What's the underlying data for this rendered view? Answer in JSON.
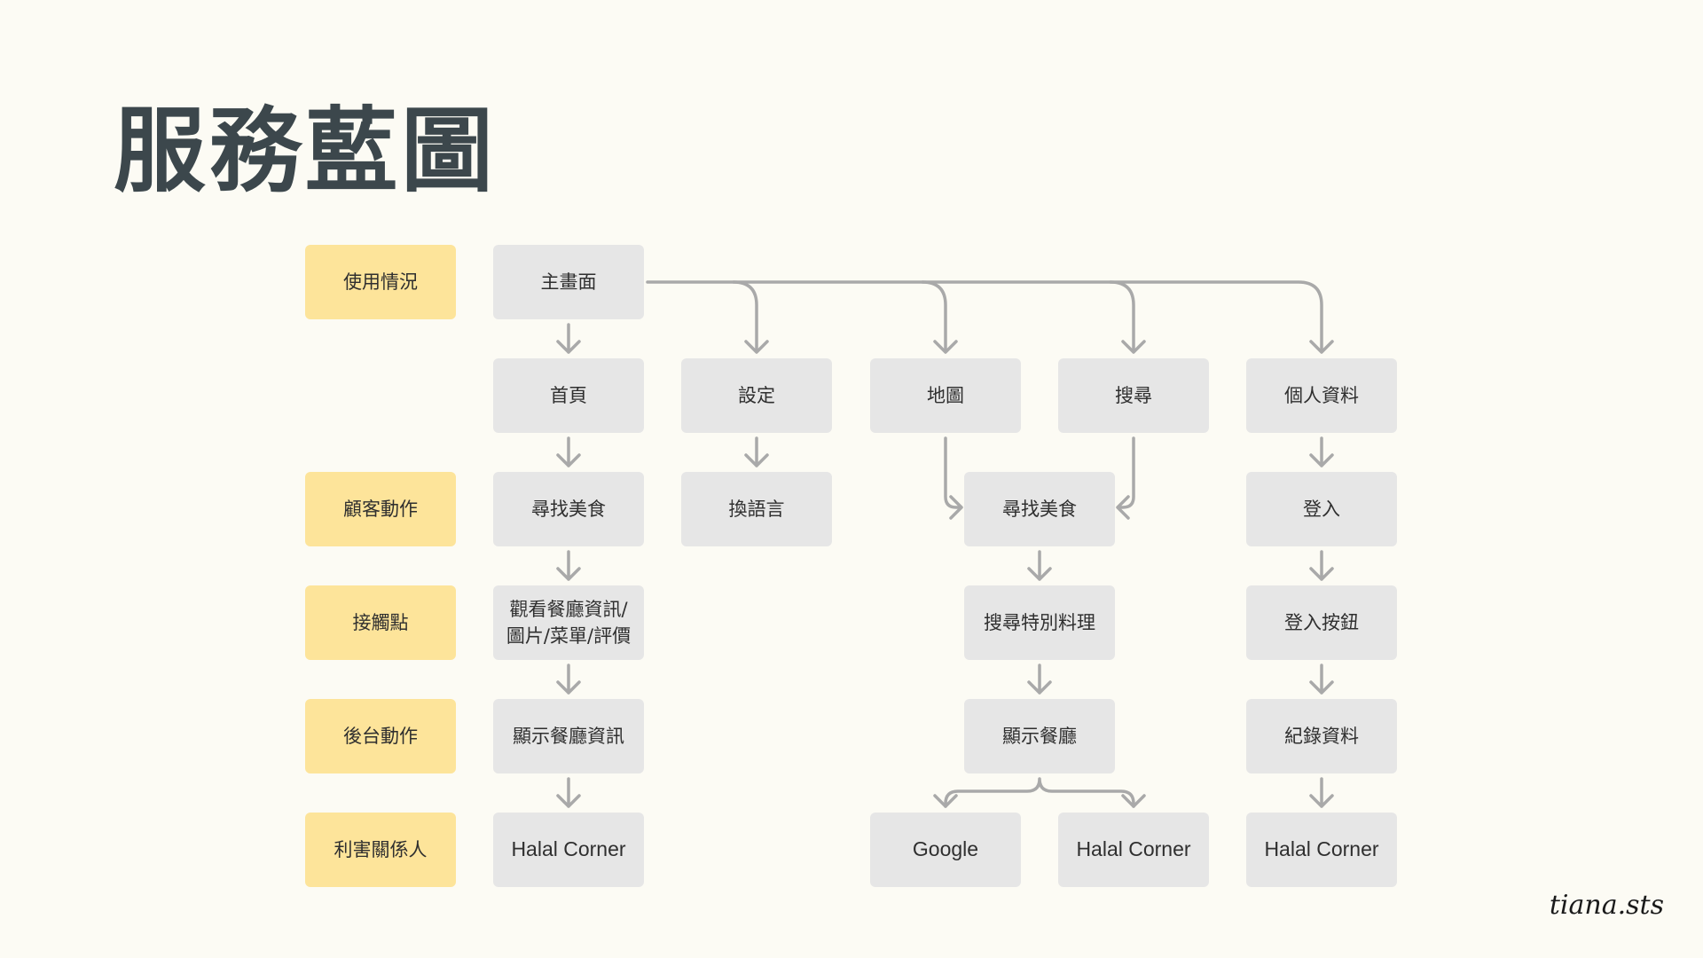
{
  "title": "服務藍圖",
  "row_labels": [
    "使用情況",
    "顧客動作",
    "接觸點",
    "後台動作",
    "利害關係人"
  ],
  "nodes": {
    "main_screen": "主畫面",
    "home": "首頁",
    "settings": "設定",
    "map": "地圖",
    "search": "搜尋",
    "profile": "個人資料",
    "find_food_1": "尋找美食",
    "change_language": "換語言",
    "find_food_2": "尋找美食",
    "login": "登入",
    "view_restaurant_info": "觀看餐廳資訊/\n圖片/菜單/評價",
    "search_special_cuisine": "搜尋特別料理",
    "login_button": "登入按鈕",
    "show_restaurant_info": "顯示餐廳資訊",
    "show_restaurants": "顯示餐廳",
    "record_data": "紀錄資料",
    "halal_corner_1": "Halal Corner",
    "google": "Google",
    "halal_corner_2": "Halal Corner",
    "halal_corner_3": "Halal Corner"
  },
  "signature": "tiana.sts",
  "colors": {
    "background": "#fcfbf4",
    "label_fill": "#fde49a",
    "node_fill": "#e6e6e6",
    "connector": "#a9a9a9",
    "title": "#3c474c"
  }
}
